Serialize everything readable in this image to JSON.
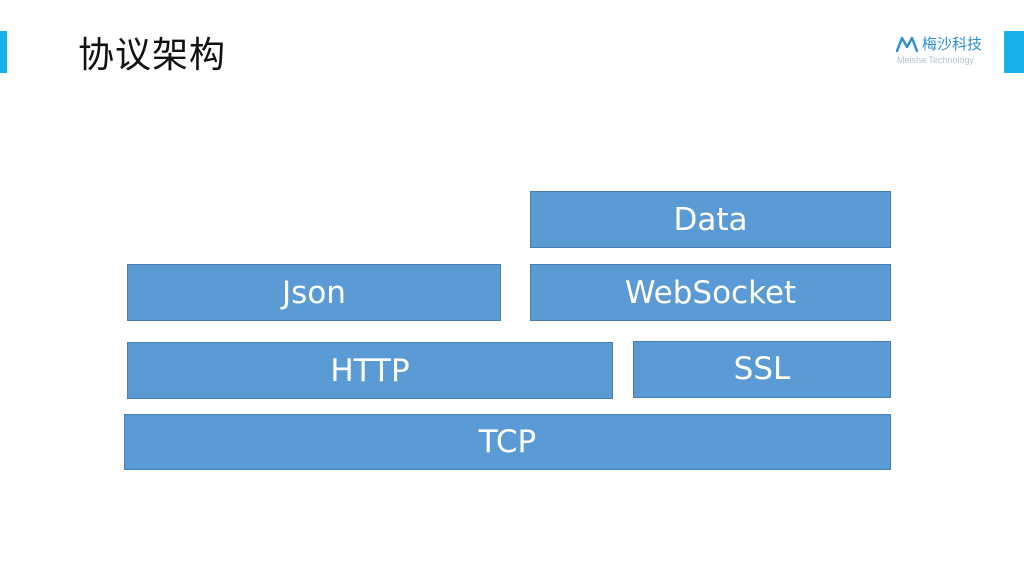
{
  "slide": {
    "title": "协议架构"
  },
  "logo": {
    "mark_icon": "m-logo-icon",
    "name": "梅沙科技",
    "subtitle": "Meisha Technology"
  },
  "diagram": {
    "layers": {
      "data": "Data",
      "json": "Json",
      "websocket": "WebSocket",
      "http": "HTTP",
      "ssl": "SSL",
      "tcp": "TCP"
    }
  },
  "colors": {
    "accent": "#18b1ec",
    "box_fill": "#5b9bd5",
    "box_border": "#4a7eb0",
    "logo_blue": "#2a8fd8",
    "logo_gray": "#b4c4d2"
  }
}
